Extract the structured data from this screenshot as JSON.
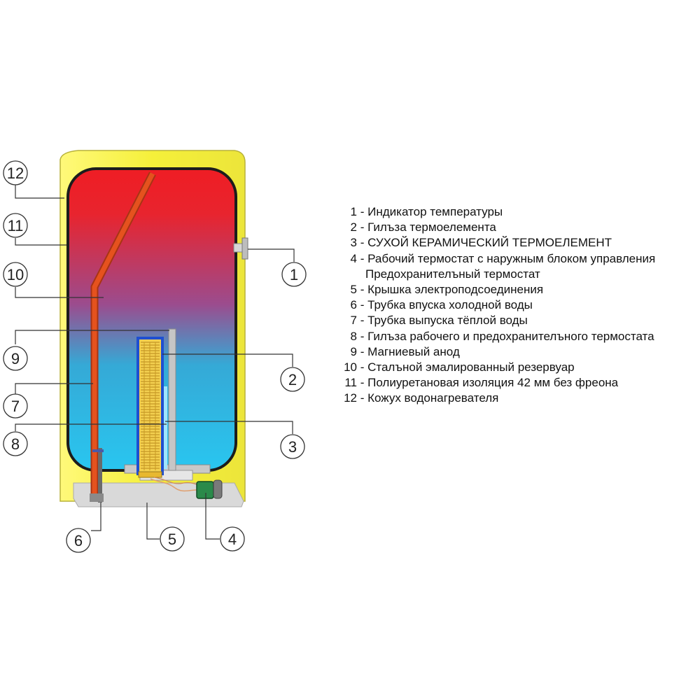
{
  "callouts": [
    "1",
    "2",
    "3",
    "4",
    "5",
    "6",
    "7",
    "8",
    "9",
    "10",
    "11",
    "12"
  ],
  "legend": [
    {
      "num": "1",
      "sep": " - ",
      "text": "Индикатор температуры"
    },
    {
      "num": "2",
      "sep": " - ",
      "text": "Гилъза термоелемента"
    },
    {
      "num": "3",
      "sep": " - ",
      "text": "СУХОЙ КЕРАМИЧЕСКИЙ ТЕРМОЕЛЕМЕНТ"
    },
    {
      "num": "4",
      "sep": " - ",
      "text": "Рабочий термостат с наружным блоком управления"
    },
    {
      "num": "",
      "sep": "",
      "text": "Предохранителъный термостат"
    },
    {
      "num": "5",
      "sep": " - ",
      "text": "Крышка электроподсоединения"
    },
    {
      "num": "6",
      "sep": " - ",
      "text": "Трубка впуска холодной воды"
    },
    {
      "num": "7",
      "sep": " - ",
      "text": "Трубка выпуска тёплой воды"
    },
    {
      "num": "8",
      "sep": " - ",
      "text": "Гилъза рабочего и предохранителъного термостата"
    },
    {
      "num": "9",
      "sep": " - ",
      "text": "Магниевый анод"
    },
    {
      "num": "10",
      "sep": " - ",
      "text": "Сталъной эмалированный резервуар"
    },
    {
      "num": "11",
      "sep": " - ",
      "text": "Полиуретановая изоляция 42 мм без фреона"
    },
    {
      "num": "12",
      "sep": " - ",
      "text": "Кожух водонагревателя"
    }
  ],
  "colors": {
    "casing": "#f5f03a",
    "water_hot": "#ef1d24",
    "water_mid": "#9b4c8e",
    "water_cold": "#29c6f0",
    "pipe": "#e5521e",
    "element_frame": "#1f4fd0",
    "element_coil": "#e8b830",
    "bottom_cover": "#d9d9d9",
    "thermostat": "#2a8a4a"
  }
}
